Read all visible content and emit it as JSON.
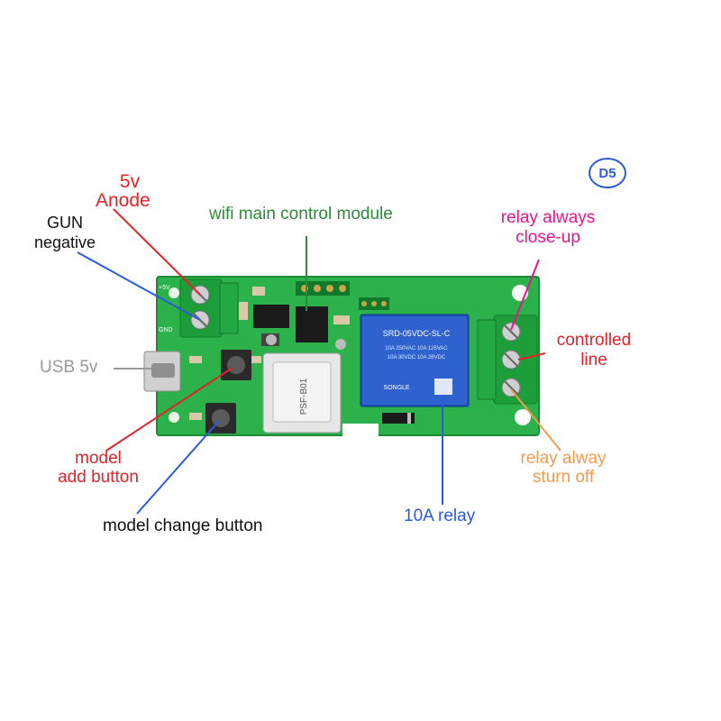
{
  "badge": "D5",
  "labels": {
    "v5": "5v",
    "anode": "Anode",
    "gun": "GUN",
    "negative": "negative",
    "wifi_module": "wifi main control module",
    "relay_close_1": "relay always",
    "relay_close_2": "close-up",
    "controlled_1": "controlled",
    "controlled_2": "line",
    "usb": "USB 5v",
    "model_add_1": "model",
    "model_add_2": "add button",
    "model_change": "model change button",
    "relay_10a": "10A relay",
    "relay_off_1": "relay alway",
    "relay_off_2": "sturn off"
  },
  "board_print": {
    "pin_5v": "+5V",
    "pin_gnd": "GND",
    "relay_model": "SRD-05VDC-SL-C",
    "relay_brand": "SONGLE",
    "rating_1": "10A 250VAC 10A 125VAC",
    "rating_2": "10A 30VDC 10A 28VDC",
    "module_id": "PSF-B01"
  },
  "colors": {
    "red": "#e0242a",
    "green": "#2e8b3a",
    "magenta": "#e6158c",
    "blue": "#2a5bd7",
    "orange": "#f39a4f",
    "gray": "#9a9a9a",
    "black": "#111111",
    "pcb": "#2bb24a"
  }
}
